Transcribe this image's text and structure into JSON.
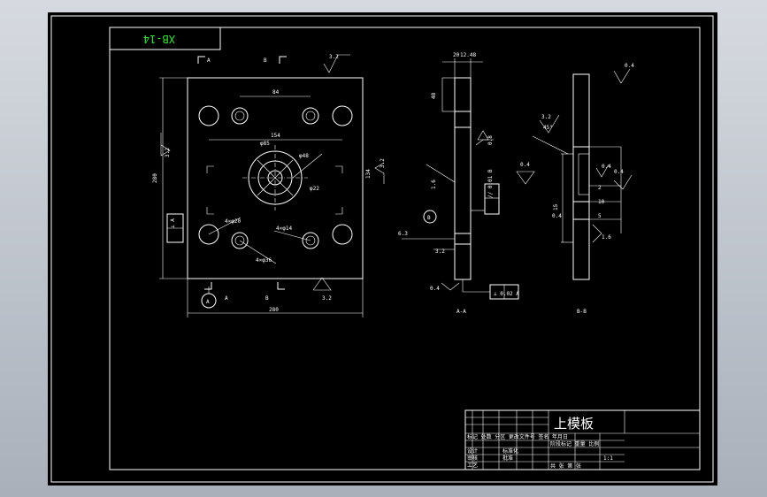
{
  "drawing": {
    "code": "XB-14",
    "title": "上模板",
    "section_a": "A-A",
    "section_b": "B-B",
    "callout_a": "A",
    "callout_b": "B"
  },
  "dimensions": {
    "width": "280",
    "height": "280",
    "hole_span_top": "84",
    "hole_span_mid": "154",
    "side_134": "134",
    "dia_85": "φ85",
    "dia_48": "φ48",
    "dia_22": "φ22",
    "holes_4x20": "4×φ20",
    "holes_4x14": "4×φ14",
    "holes_4x36": "4×φ36",
    "thk_20": "20",
    "thk_12": "12.48",
    "depth_48": "48",
    "dim_2": "2",
    "dim_10": "10",
    "dim_5": "5",
    "dim_15": "15",
    "angle_45": "45°"
  },
  "roughness": {
    "r32": "3.2",
    "r08": "0.8",
    "r16": "1.6",
    "r04": "0.4",
    "r63": "6.3"
  },
  "tolerance": {
    "flat": "⊥ 0.02 A",
    "parallel": "// 0.01 B",
    "perp": "⊥ A"
  },
  "title_block": {
    "header_row": "标记 处数 分区 更改文件号 签名 年月日",
    "row_design": "设计",
    "row_check": "审核",
    "row_process": "工艺",
    "row_std": "标准化",
    "row_approve": "批准",
    "stage": "阶段标记 重量 比例",
    "scale": "1:1",
    "sheets": "共 张 第 张"
  }
}
